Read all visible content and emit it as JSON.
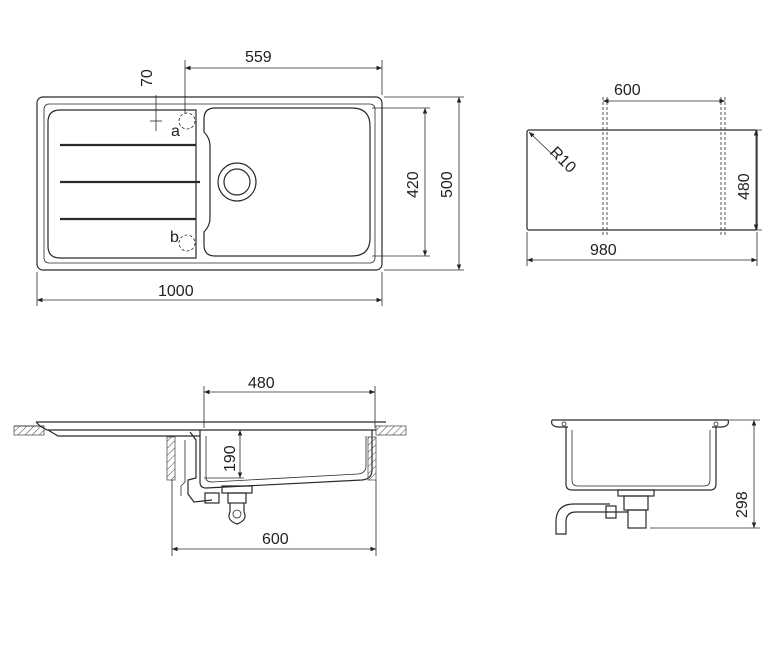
{
  "top_view": {
    "dim_overall_length": "1000",
    "dim_bowl_length": "559",
    "dim_offset": "70",
    "dim_bowl_width": "420",
    "dim_overall_width": "500",
    "hole_a": "a",
    "hole_b": "b"
  },
  "cutout_view": {
    "dim_cabinet": "600",
    "dim_radius": "R10",
    "dim_cutout_width": "480",
    "dim_cutout_length": "980"
  },
  "front_section": {
    "dim_bowl_length": "480",
    "dim_depth": "190",
    "dim_cabinet": "600"
  },
  "side_section": {
    "dim_height": "298"
  }
}
